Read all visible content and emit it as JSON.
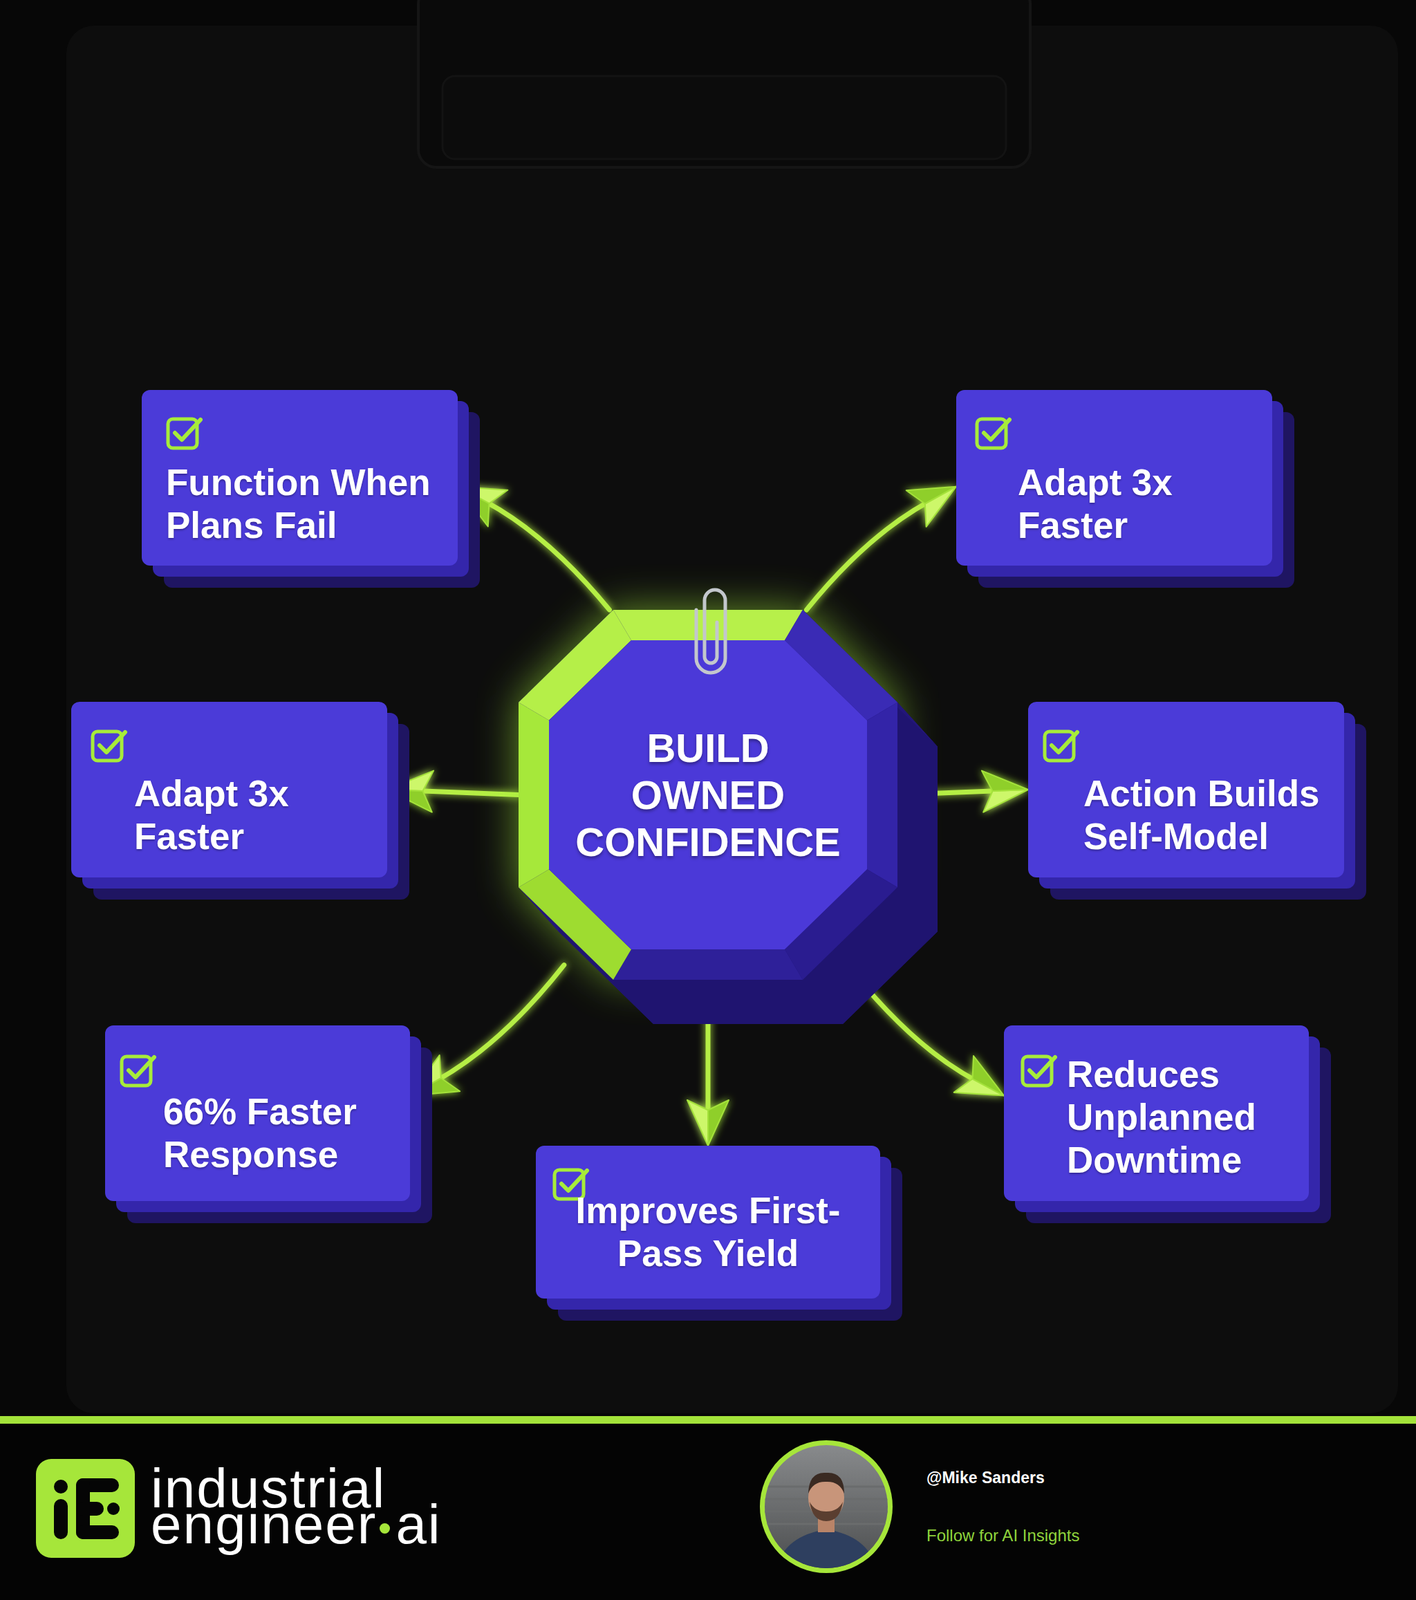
{
  "diagram": {
    "nodes": [
      {
        "text": [
          "BUILD OWNED CONFIDENCE"
        ]
      },
      {
        "text": [
          "Function When Plans Fail"
        ]
      },
      {
        "text": [
          "Adapt 3x Faster"
        ]
      },
      {
        "text": [
          "Adapt 3x Faster"
        ]
      },
      {
        "text": [
          "Action Builds Self-Model"
        ]
      },
      {
        "text": [
          "66% Faster Response"
        ]
      },
      {
        "text": [
          "Improves First-Pass Yield"
        ]
      },
      {
        "text": [
          "Reduces Unplanned Downtime"
        ]
      }
    ],
    "edges": [
      {
        "from": 0,
        "to": 1,
        "arrow": "to"
      },
      {
        "from": 0,
        "to": 2,
        "arrow": "to"
      },
      {
        "from": 0,
        "to": 3,
        "arrow": "to"
      },
      {
        "from": 0,
        "to": 4,
        "arrow": "to"
      },
      {
        "from": 0,
        "to": 5,
        "arrow": "to"
      },
      {
        "from": 0,
        "to": 6,
        "arrow": "to"
      },
      {
        "from": 0,
        "to": 7,
        "arrow": "to"
      }
    ],
    "labels": [
      "industrial",
      "engineer",
      "ai",
      "@Mike Sanders",
      "Follow for AI Insights"
    ]
  }
}
